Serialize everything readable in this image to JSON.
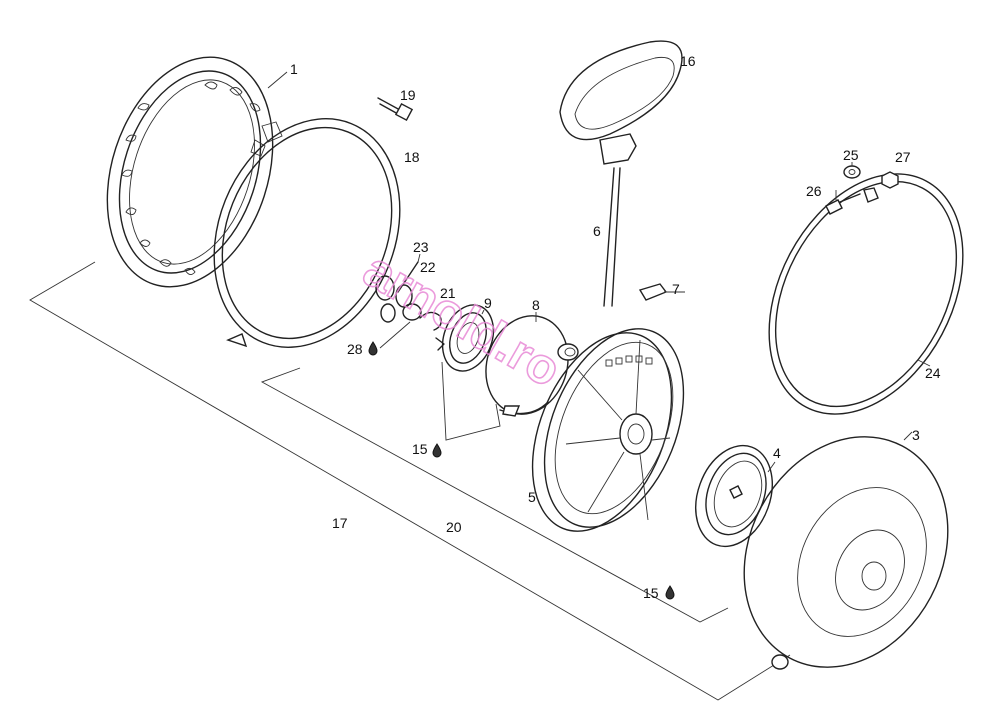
{
  "callouts": {
    "c1": "1",
    "c3": "3",
    "c4": "4",
    "c5": "5",
    "c6": "6",
    "c7": "7",
    "c8": "8",
    "c9": "9",
    "c15a": "15",
    "c15b": "15",
    "c16": "16",
    "c17": "17",
    "c18": "18",
    "c19": "19",
    "c20": "20",
    "c21": "21",
    "c22": "22",
    "c23": "23",
    "c24": "24",
    "c25": "25",
    "c26": "26",
    "c27": "27",
    "c28": "28"
  },
  "watermark": "arnold.ro"
}
